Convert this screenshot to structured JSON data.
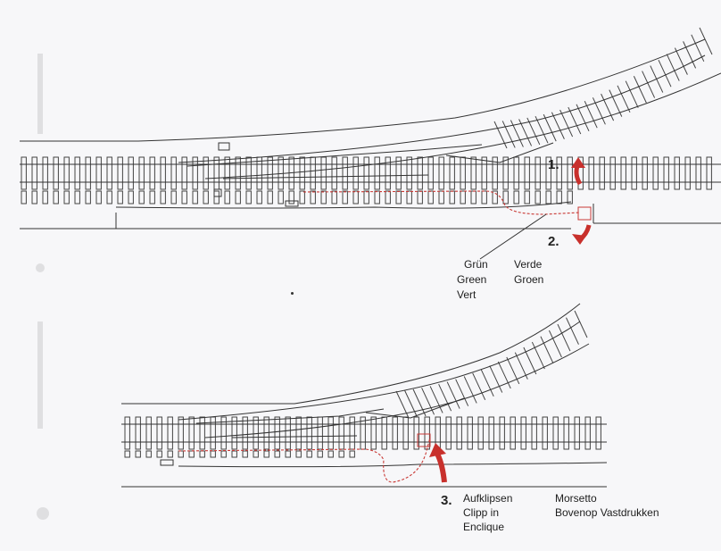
{
  "steps": {
    "s1": "1.",
    "s2": "2.",
    "s3": "3."
  },
  "labels": {
    "gruen": "Grün",
    "green": "Green",
    "vert": "Vert",
    "verde": "Verde",
    "groen": "Groen",
    "aufklipsen": "Aufklipsen",
    "clipp_in": "Clipp in",
    "enclique": "Enclique",
    "morsetto": "Morsetto",
    "bovenop": "Bovenop Vastdrukken"
  },
  "colors": {
    "line": "#333333",
    "wire": "#c93a36",
    "arrow": "#c8302c",
    "paper": "#f7f7f9"
  }
}
